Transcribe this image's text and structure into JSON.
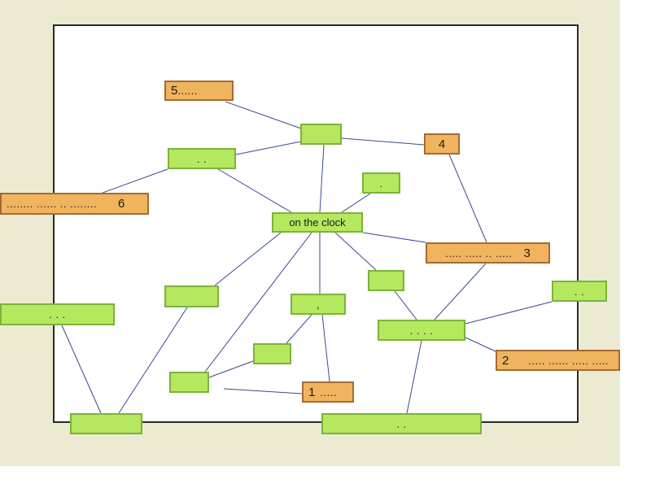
{
  "colors": {
    "backdrop": "#ecebd2",
    "frame_border": "#2a2a2a",
    "green_fill": "#b5e85f",
    "green_border": "#7bb33c",
    "orange_fill": "#f0b45e",
    "orange_border": "#a66a35",
    "edge": "#3a4a8a"
  },
  "diagram": {
    "central_label": "on the clock",
    "orange_nodes": {
      "n1": {
        "number": "1",
        "text": "....."
      },
      "n2": {
        "number": "2",
        "text": "..... ...... ..... ....."
      },
      "n3": {
        "number": "3",
        "text": "..... ..... .. ....."
      },
      "n4": {
        "number": "4",
        "text": ""
      },
      "n5": {
        "number": "5",
        "text": "......"
      },
      "n6": {
        "number": "6",
        "text": "........ ...... .. ........"
      }
    },
    "green_nodes": {
      "g_top": "",
      "g_upper_left": ". .",
      "g_upper_right": ".",
      "g_left_mid": "",
      "g_far_left": ". . .",
      "g_center_low": ",",
      "g_right_small": "",
      "g_right_hub": ". . . .",
      "g_far_right": ". .",
      "g_small_low": "",
      "g_low_left": "",
      "g_bottom_left": "",
      "g_bottom_wide": ". ."
    }
  }
}
